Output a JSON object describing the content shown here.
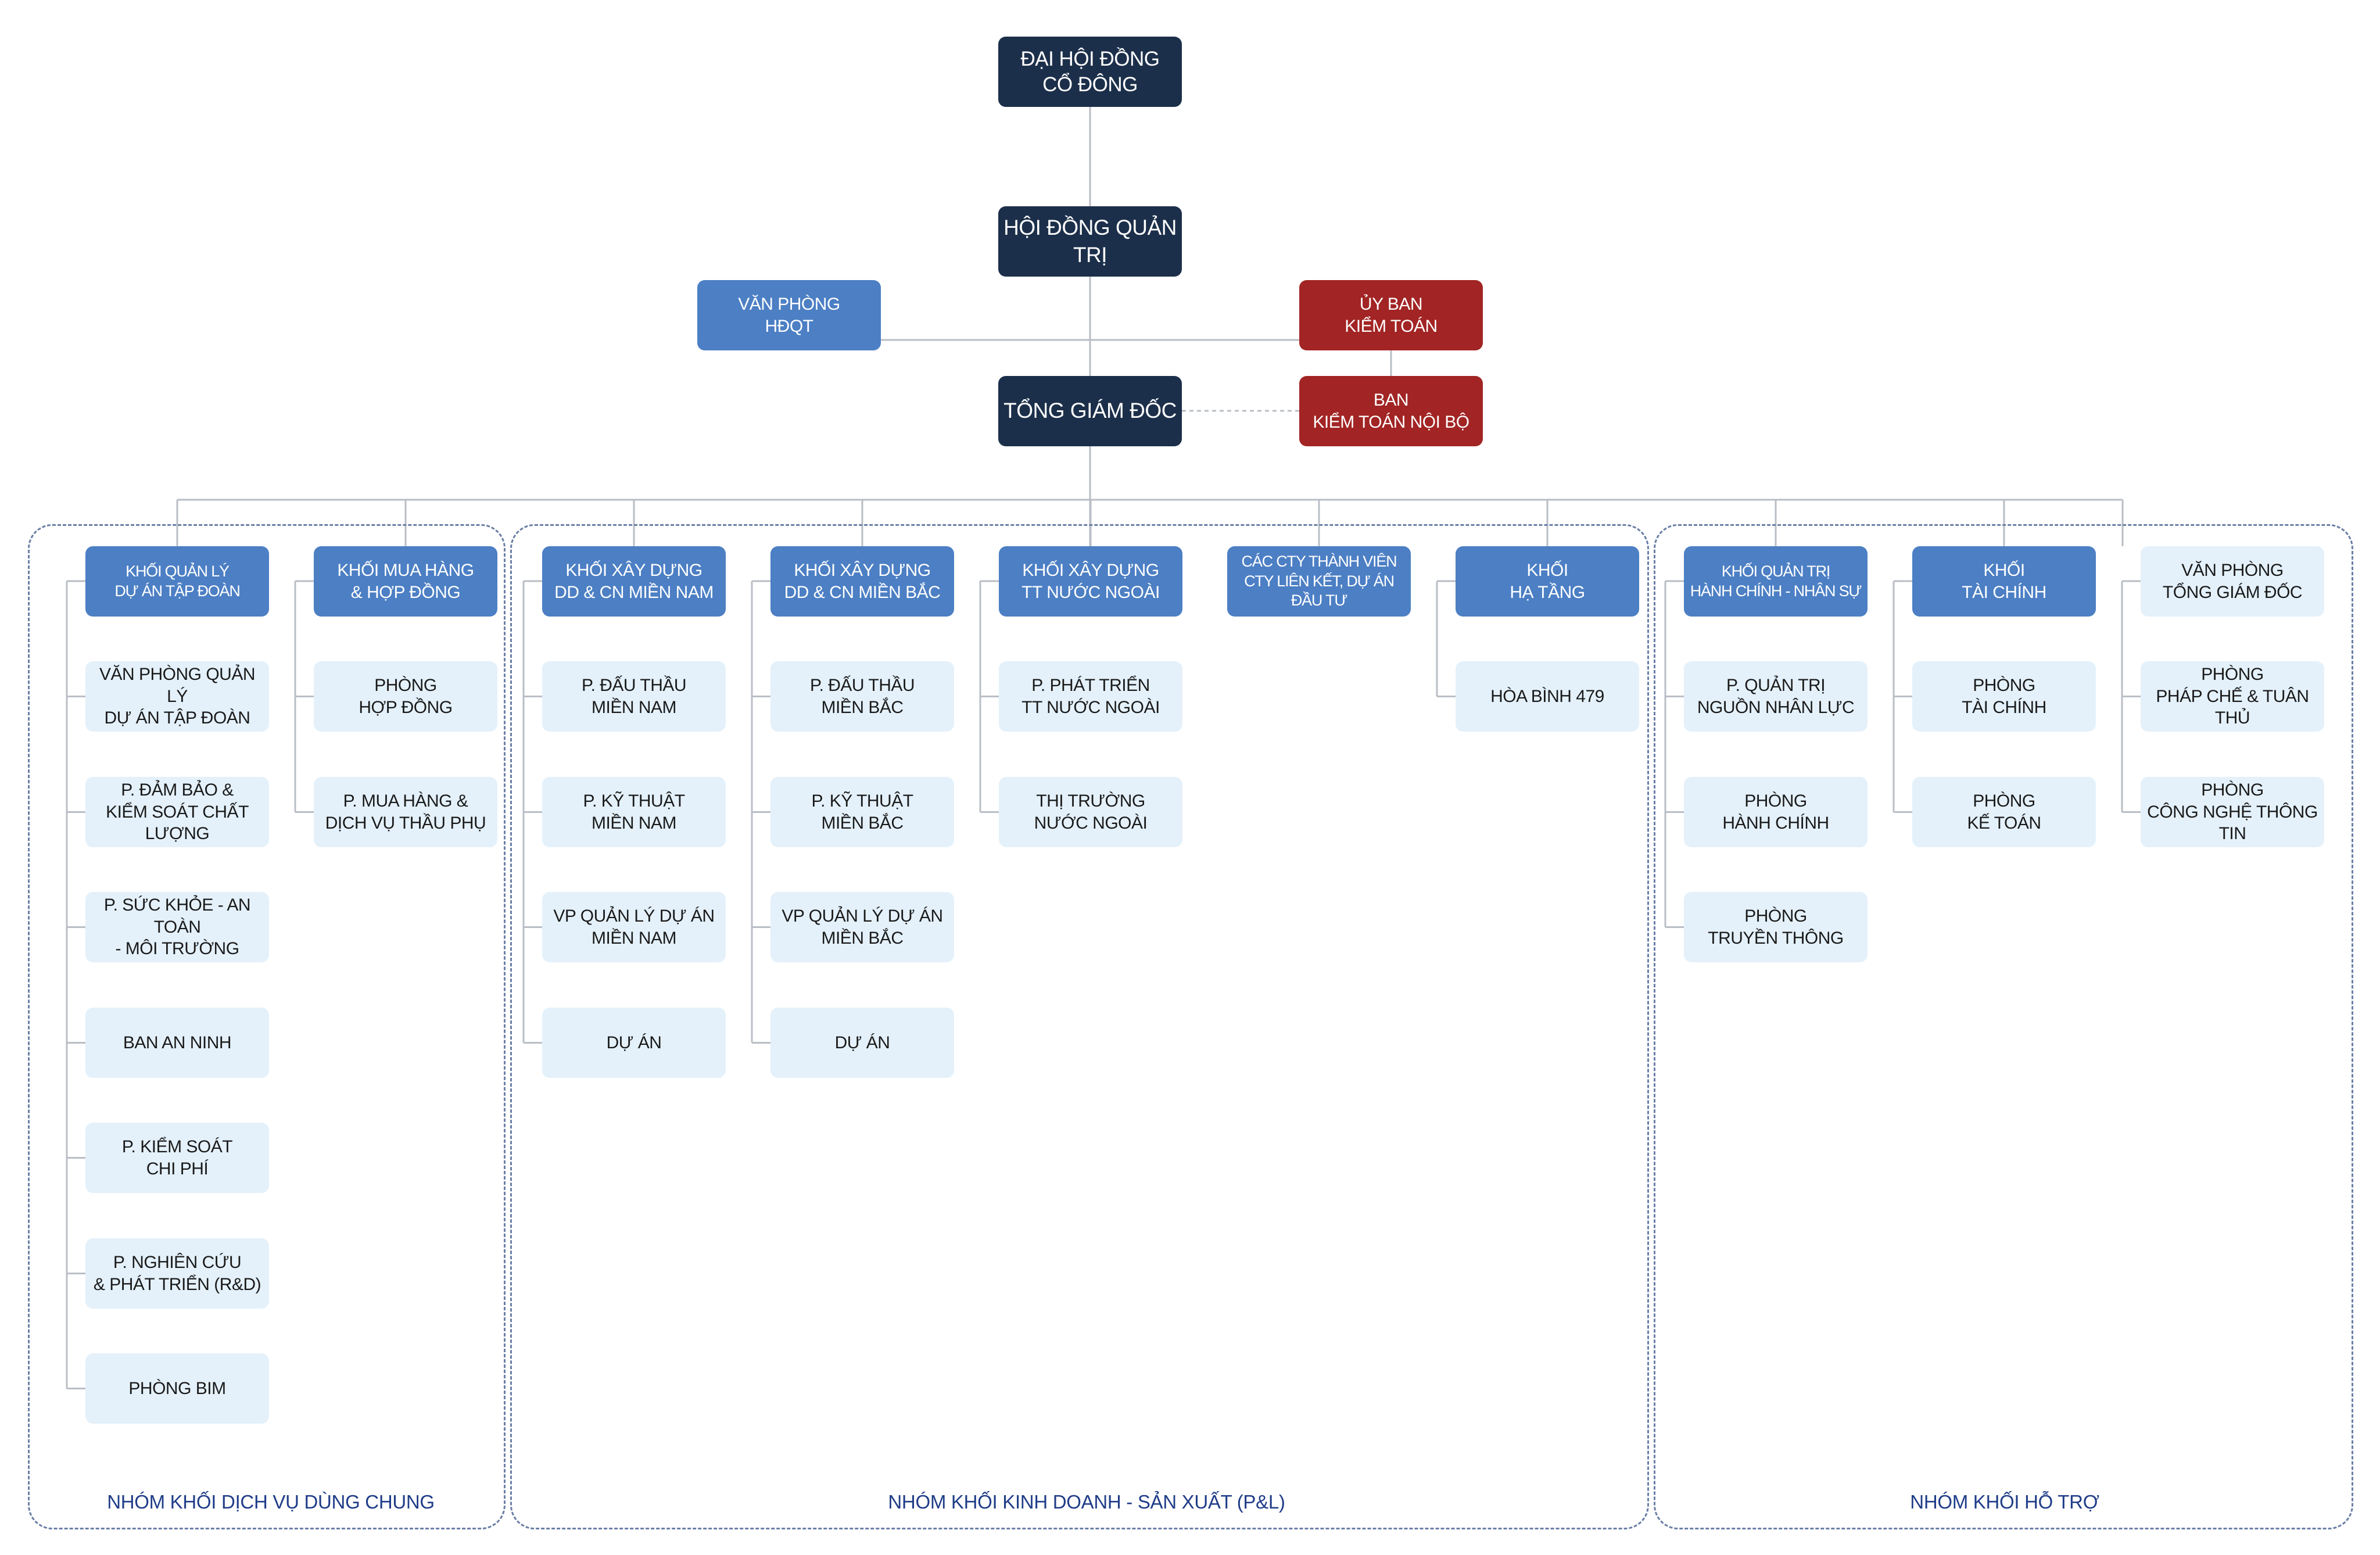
{
  "top": {
    "shareholders": "ĐẠI HỘI  ĐỒNG\nCỔ ĐÔNG",
    "board": "HỘI ĐỒNG QUẢN TRỊ",
    "board_office": "VĂN PHÒNG\nHĐQT",
    "audit_committee": "ỦY BAN\nKIỂM TOÁN",
    "ceo": "TỔNG GIÁM ĐỐC",
    "internal_audit": "BAN\nKIỂM TOÁN NỘI BỘ"
  },
  "blocks": [
    {
      "head": "KHỐI QUẢN LÝ\nDỰ ÁN TẬP ĐOÀN",
      "items": [
        "VĂN PHÒNG QUẢN LÝ\nDỰ ÁN TẬP ĐOÀN",
        "P. ĐẢM BẢO &\nKIỂM SOÁT CHẤT LƯỢNG",
        "P. SỨC KHỎE - AN TOÀN\n- MÔI TRƯỜNG",
        "BAN AN NINH",
        "P. KIỂM SOÁT\nCHI PHÍ",
        "P. NGHIÊN CỨU\n& PHÁT TRIỂN (R&D)",
        "PHÒNG BIM"
      ]
    },
    {
      "head": "KHỐI MUA HÀNG\n& HỢP ĐỒNG",
      "items": [
        "PHÒNG\nHỢP ĐỒNG",
        "P. MUA HÀNG &\nDỊCH VỤ THẦU PHỤ"
      ]
    },
    {
      "head": "KHỐI XÂY DỰNG\nDD & CN MIỀN NAM",
      "items": [
        "P. ĐẤU THẦU\nMIỀN NAM",
        "P. KỸ THUẬT\nMIỀN NAM",
        "VP QUẢN LÝ DỰ ÁN\nMIỀN NAM",
        "DỰ ÁN"
      ]
    },
    {
      "head": "KHỐI XÂY DỰNG\nDD & CN MIỀN BẮC",
      "items": [
        "P. ĐẤU THẦU\nMIỀN BẮC",
        "P. KỸ THUẬT\nMIỀN BẮC",
        "VP QUẢN LÝ DỰ ÁN\nMIỀN BẮC",
        "DỰ ÁN"
      ]
    },
    {
      "head": "KHỐI XÂY DỰNG\nTT NƯỚC NGOÀI",
      "items": [
        "P. PHÁT TRIỂN\nTT NƯỚC NGOÀI",
        "THỊ TRƯỜNG\nNƯỚC NGOÀI"
      ]
    },
    {
      "head": "CÁC CTY THÀNH VIÊN\nCTY LIÊN KẾT, DỰ ÁN ĐẦU TƯ",
      "items": []
    },
    {
      "head": "KHỐI\nHẠ TẦNG",
      "items": [
        "HÒA BÌNH 479"
      ]
    },
    {
      "head": "KHỐI QUẢN TRỊ\nHÀNH CHÍNH - NHÂN SỰ",
      "items": [
        "P. QUẢN TRỊ\nNGUỒN NHÂN LỰC",
        "PHÒNG\nHÀNH CHÍNH",
        "PHÒNG\nTRUYỀN THÔNG"
      ]
    },
    {
      "head": "KHỐI\nTÀI CHÍNH",
      "items": [
        "PHÒNG\nTÀI CHÍNH",
        "PHÒNG\nKẾ TOÁN"
      ]
    },
    {
      "head": "VĂN PHÒNG\nTỔNG GIÁM ĐỐC",
      "items": [
        "PHÒNG\nPHÁP CHẾ & TUÂN THỦ",
        "PHÒNG\nCÔNG NGHỆ THÔNG TIN"
      ]
    }
  ],
  "groups": [
    "NHÓM KHỐI DỊCH VỤ DÙNG CHUNG",
    "NHÓM KHỐI KINH DOANH - SẢN XUẤT (P&L)",
    "NHÓM KHỐI HỖ TRỢ"
  ],
  "colors": {
    "top_box": "#1c2f4a",
    "audit_box": "#a22424",
    "block_head": "#4c7fc4",
    "sub_box": "#e4f1fb",
    "connector": "#b9bec6",
    "group_border": "#6b7fa6",
    "group_label": "#1f3c88"
  }
}
